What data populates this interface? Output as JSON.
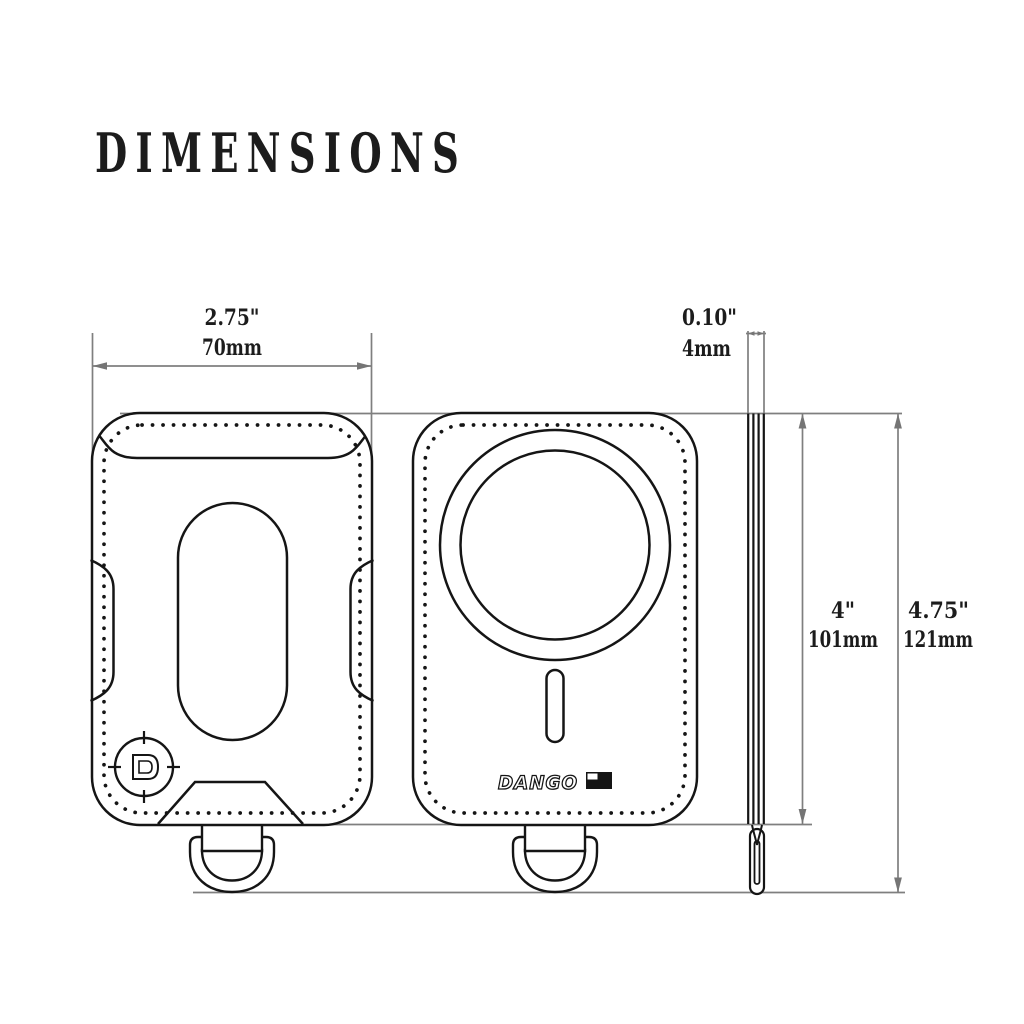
{
  "title": "DIMENSIONS",
  "labels": {
    "width_in": "2.75\"",
    "width_mm": "70mm",
    "thickness_in": "0.10\"",
    "thickness_mm": "4mm",
    "body_height_in": "4\"",
    "body_height_mm": "101mm",
    "total_height_in": "4.75\"",
    "total_height_mm": "121mm"
  },
  "brand": {
    "wordmark": "DANGO",
    "monogram": "D"
  },
  "colors": {
    "outline": "#151515",
    "dimension": "#7f7f7f",
    "background": "#ffffff"
  }
}
